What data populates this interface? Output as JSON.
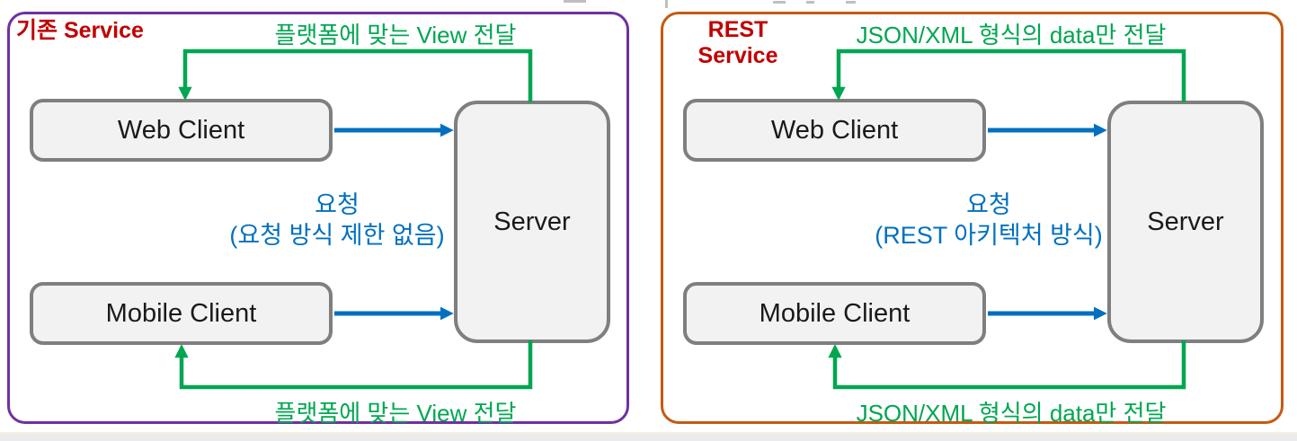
{
  "colors": {
    "green": "#00A651",
    "blue": "#0070C0",
    "red": "#C00000",
    "purple": "#7030A0",
    "orange": "#C55A11",
    "box_fill": "#F2F2F2",
    "box_border": "#7F7F7F"
  },
  "panels": [
    {
      "title": "기존 Service",
      "top_label": "플랫폼에 맞는 View 전달",
      "bottom_label": "플랫폼에 맞는 View 전달",
      "request_title": "요청",
      "request_detail": "(요청 방식 제한 없음)",
      "nodes": {
        "web_client": "Web Client",
        "mobile_client": "Mobile Client",
        "server": "Server"
      }
    },
    {
      "title": "REST\nService",
      "top_label": "JSON/XML 형식의 data만 전달",
      "bottom_label": "JSON/XML 형식의 data만 전달",
      "request_title": "요청",
      "request_detail": "(REST 아키텍처 방식)",
      "nodes": {
        "web_client": "Web Client",
        "mobile_client": "Mobile Client",
        "server": "Server"
      }
    }
  ]
}
